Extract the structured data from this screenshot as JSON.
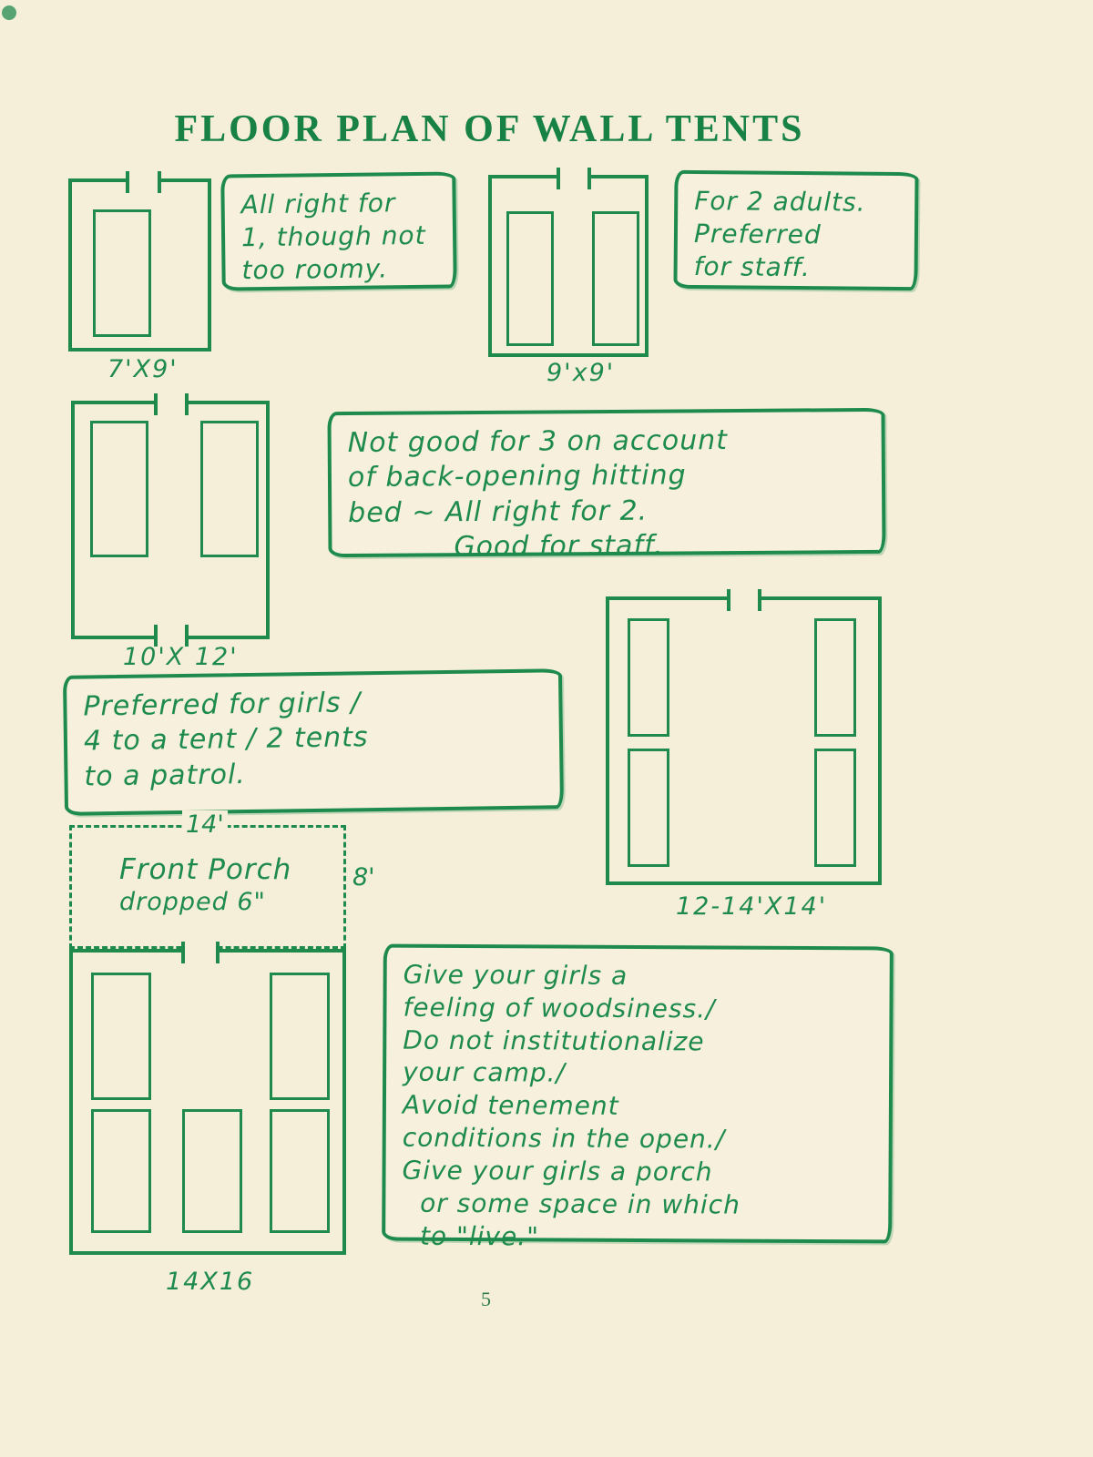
{
  "page": {
    "title": "FLOOR PLAN OF WALL TENTS",
    "page_number": "5"
  },
  "colors": {
    "ink_green": "#1e8b4c",
    "paper_cream": "#f5efda"
  },
  "plans": {
    "p7x9": {
      "dimension": "7'X9'"
    },
    "p9x9": {
      "dimension": "9'x9'"
    },
    "p10x12": {
      "dimension": "10'X 12'"
    },
    "p12x14": {
      "dimension": "12-14'X14'"
    },
    "p14x16": {
      "dimension": "14X16",
      "porch_title": "Front Porch",
      "porch_note": "dropped 6\"",
      "porch_width": "14'",
      "porch_depth": "8'"
    }
  },
  "notes": {
    "n1": "All right for\n1, though not\ntoo roomy.",
    "n2": "For 2 adults.\nPreferred\nfor staff.",
    "n3": "Not good for 3 on account\nof back-opening hitting\nbed ~ All right for 2.\n           Good for staff.",
    "n4": "Preferred for girls /\n4 to a tent / 2 tents\nto a patrol.",
    "n5": "Give your girls a\nfeeling of woodsiness./\nDo not institutionalize\nyour camp./\nAvoid tenement\nconditions in the open./\nGive your girls a porch\n  or some space in which\n  to \"live.\""
  }
}
